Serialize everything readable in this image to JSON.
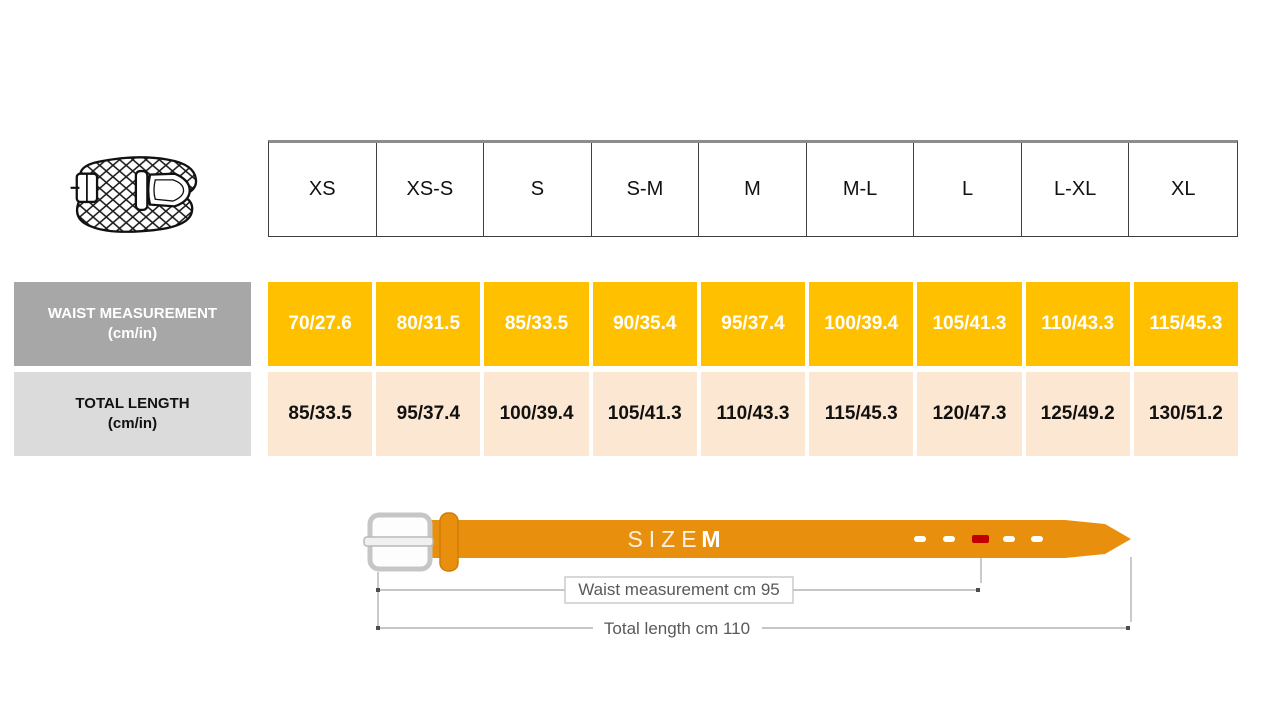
{
  "size_chart": {
    "sizes": [
      "XS",
      "XS-S",
      "S",
      "S-M",
      "M",
      "M-L",
      "L",
      "L-XL",
      "XL"
    ],
    "rows": [
      {
        "label_line1": "WAIST MEASUREMENT",
        "label_line2": "(cm/in)",
        "values": [
          "70/27.6",
          "80/31.5",
          "85/33.5",
          "90/35.4",
          "95/37.4",
          "100/39.4",
          "105/41.3",
          "110/43.3",
          "115/45.3"
        ]
      },
      {
        "label_line1": "TOTAL LENGTH",
        "label_line2": "(cm/in)",
        "values": [
          "85/33.5",
          "95/37.4",
          "100/39.4",
          "105/41.3",
          "110/43.3",
          "115/45.3",
          "120/47.3",
          "125/49.2",
          "130/51.2"
        ]
      }
    ]
  },
  "diagram": {
    "size_label": "SIZE",
    "size_value": "M",
    "waist_label": "Waist measurement cm 95",
    "total_label": "Total length cm 110"
  },
  "colors": {
    "waist_cell_yellow": "#FFC000",
    "total_cell_peach": "#FCE8D2",
    "waist_label_gray": "#A7A7A7",
    "total_label_gray": "#DBDBDB",
    "belt_orange": "#E8900E",
    "hole_red": "#C00000"
  }
}
